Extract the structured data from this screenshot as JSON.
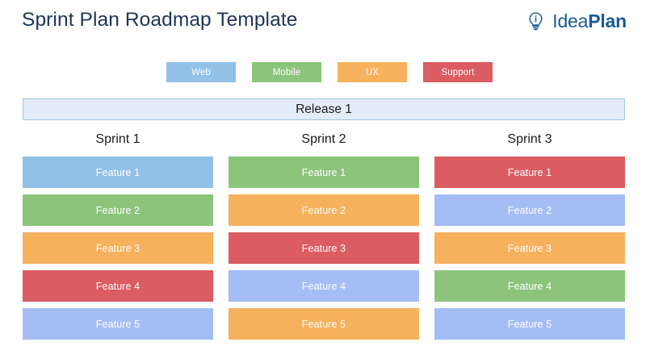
{
  "header": {
    "title": "Sprint Plan Roadmap Template",
    "brand": {
      "icon": "lightbulb-idea-icon",
      "name_light": "Idea",
      "name_bold": "Plan",
      "color": "#1a5a93"
    }
  },
  "legend": {
    "items": [
      {
        "label": "Web",
        "color": "#92c0e6"
      },
      {
        "label": "Mobile",
        "color": "#8cc47c"
      },
      {
        "label": "UX",
        "color": "#f6b15c"
      },
      {
        "label": "Support",
        "color": "#db5c62"
      }
    ]
  },
  "release": {
    "label": "Release 1",
    "fill": "#e3ecf9",
    "border": "#9ec6e0"
  },
  "board": {
    "columns": [
      {
        "header": "Sprint 1",
        "features": [
          {
            "label": "Feature 1",
            "category": "Web",
            "color": "#92c0e6"
          },
          {
            "label": "Feature 2",
            "category": "Mobile",
            "color": "#8cc47c"
          },
          {
            "label": "Feature 3",
            "category": "UX",
            "color": "#f6b15c"
          },
          {
            "label": "Feature 4",
            "category": "Support",
            "color": "#db5c62"
          },
          {
            "label": "Feature 5",
            "category": "Web",
            "color": "#a4bdf4"
          }
        ]
      },
      {
        "header": "Sprint 2",
        "features": [
          {
            "label": "Feature 1",
            "category": "Mobile",
            "color": "#8cc47c"
          },
          {
            "label": "Feature 2",
            "category": "UX",
            "color": "#f6b15c"
          },
          {
            "label": "Feature 3",
            "category": "Support",
            "color": "#db5c62"
          },
          {
            "label": "Feature 4",
            "category": "Web",
            "color": "#a4bdf4"
          },
          {
            "label": "Feature 5",
            "category": "UX",
            "color": "#f6b15c"
          }
        ]
      },
      {
        "header": "Sprint 3",
        "features": [
          {
            "label": "Feature 1",
            "category": "Support",
            "color": "#db5c62"
          },
          {
            "label": "Feature 2",
            "category": "Web",
            "color": "#a4bdf4"
          },
          {
            "label": "Feature 3",
            "category": "UX",
            "color": "#f6b15c"
          },
          {
            "label": "Feature 4",
            "category": "Mobile",
            "color": "#8cc47c"
          },
          {
            "label": "Feature 5",
            "category": "Web",
            "color": "#a4bdf4"
          }
        ]
      }
    ]
  }
}
